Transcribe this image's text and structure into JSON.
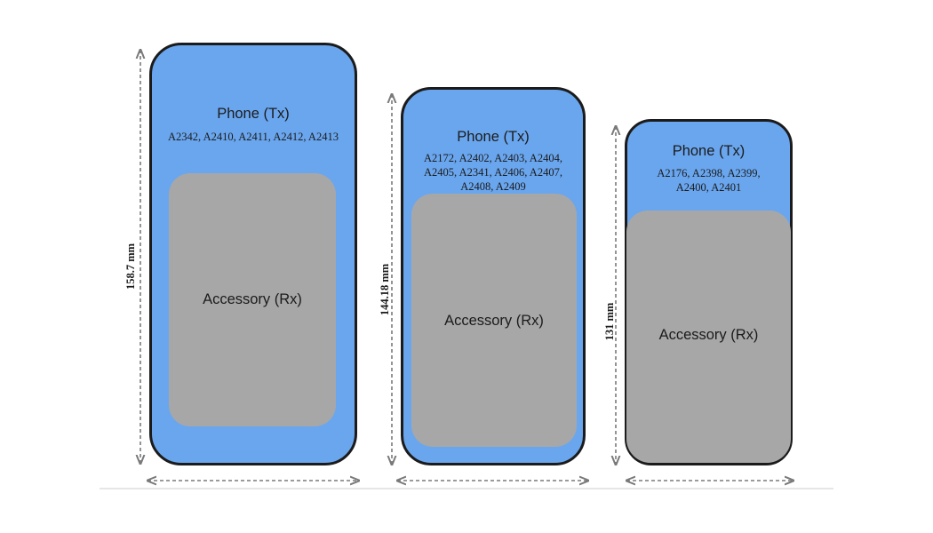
{
  "phones": [
    {
      "height_label": "158.7 mm",
      "title": "Phone (Tx)",
      "models": [
        "A2342, A2410, A2411, A2412, A2413"
      ],
      "accessory_label": "Accessory (Rx)"
    },
    {
      "height_label": "144.18 mm",
      "title": "Phone (Tx)",
      "models": [
        "A2172, A2402, A2403, A2404,",
        "A2405, A2341, A2406, A2407,",
        "A2408, A2409"
      ],
      "accessory_label": "Accessory (Rx)"
    },
    {
      "height_label": "131 mm",
      "title": "Phone (Tx)",
      "models": [
        "A2176, A2398, A2399,",
        "A2400, A2401"
      ],
      "accessory_label": "Accessory (Rx)"
    }
  ],
  "colors": {
    "phone_fill": "#6aa6ee",
    "accessory_fill": "#a7a7a7",
    "outline": "#1b1b1b",
    "dimension_line": "#7a7a7a"
  }
}
